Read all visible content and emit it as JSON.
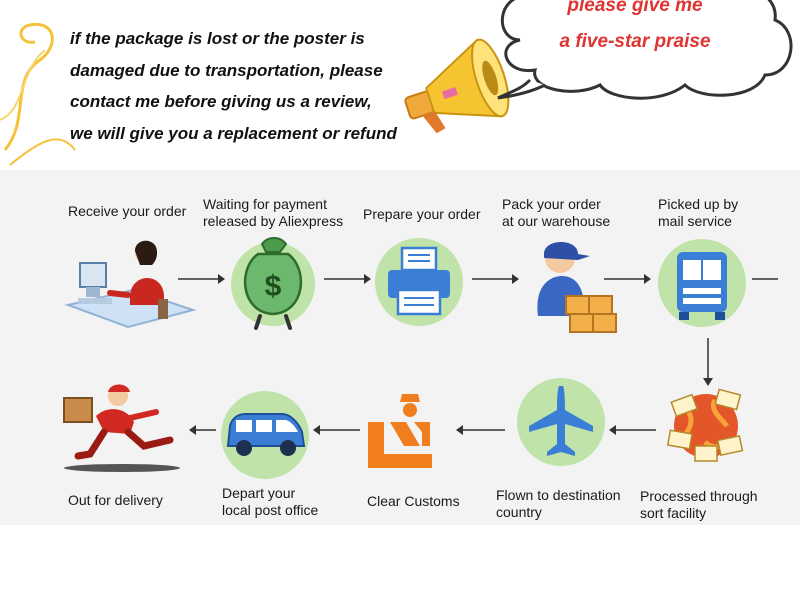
{
  "notice": {
    "lines": [
      "if the package is lost or the poster is",
      "damaged due to transportation, please",
      "contact me before giving us a review,",
      "we will give you a replacement or  refund"
    ]
  },
  "bubble": {
    "line1": "please give me",
    "line2": "a five-star praise"
  },
  "steps": {
    "receive": [
      "Receive your order"
    ],
    "payment": [
      "Waiting for payment",
      "released by Aliexpress"
    ],
    "prepare": [
      "Prepare your order"
    ],
    "pack": [
      "Pack your order",
      "at our warehouse"
    ],
    "pickup": [
      "Picked up by",
      "mail service"
    ],
    "sort": [
      "Processed through",
      "sort facility"
    ],
    "flown": [
      "Flown to destination",
      "country"
    ],
    "customs": [
      "Clear Customs"
    ],
    "depart": [
      "Depart your",
      "local post office"
    ],
    "delivery": [
      "Out for delivery"
    ]
  },
  "icons": {
    "megaphone": "megaphone-icon",
    "receive": "customer-at-computer-icon",
    "payment": "money-bag-icon",
    "prepare": "printer-icon",
    "pack": "worker-with-boxes-icon",
    "pickup": "delivery-truck-icon",
    "sort": "globe-with-envelopes-icon",
    "flown": "airplane-icon",
    "customs": "customs-officer-icon",
    "depart": "van-icon",
    "delivery": "running-courier-icon"
  },
  "colors": {
    "accent_red": "#e03333",
    "circle_green": "#bfe3a8",
    "icon_blue": "#3a7fd5",
    "icon_orange": "#f07d1e"
  }
}
